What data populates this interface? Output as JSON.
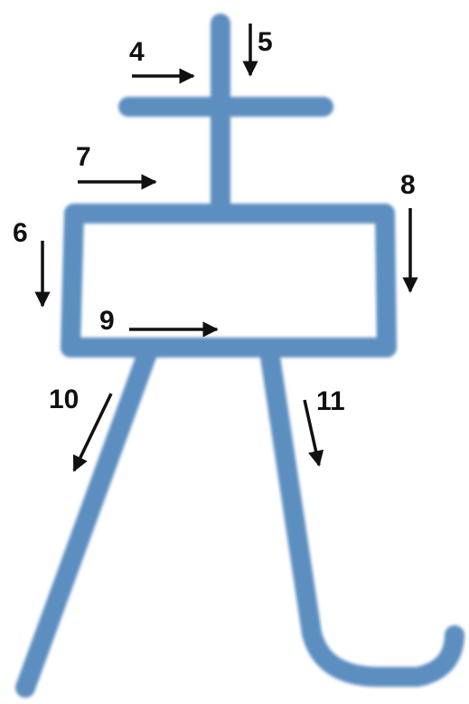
{
  "colors": {
    "stroke": "#5b8ec0",
    "arrow": "#111111",
    "label": "#111111"
  },
  "strokes": [
    {
      "order": "4",
      "direction": "right"
    },
    {
      "order": "5",
      "direction": "down"
    },
    {
      "order": "6",
      "direction": "down"
    },
    {
      "order": "7",
      "direction": "right"
    },
    {
      "order": "8",
      "direction": "down"
    },
    {
      "order": "9",
      "direction": "right"
    },
    {
      "order": "10",
      "direction": "down-left"
    },
    {
      "order": "11",
      "direction": "down"
    }
  ]
}
